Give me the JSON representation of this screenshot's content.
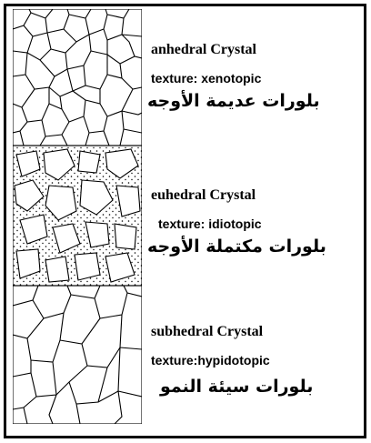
{
  "panels": [
    {
      "name": "anhedral Crystal",
      "texture": "texture: xenotopic",
      "arabic": "بلورات عديمة  الأوجه"
    },
    {
      "name": "euhedral Crystal",
      "texture": "texture: idiotopic",
      "arabic": "بلورات مكتملة الأوجه"
    },
    {
      "name": "subhedral Crystal",
      "texture": "texture:hypidotopic",
      "arabic": "بلورات سيئة النمو"
    }
  ]
}
